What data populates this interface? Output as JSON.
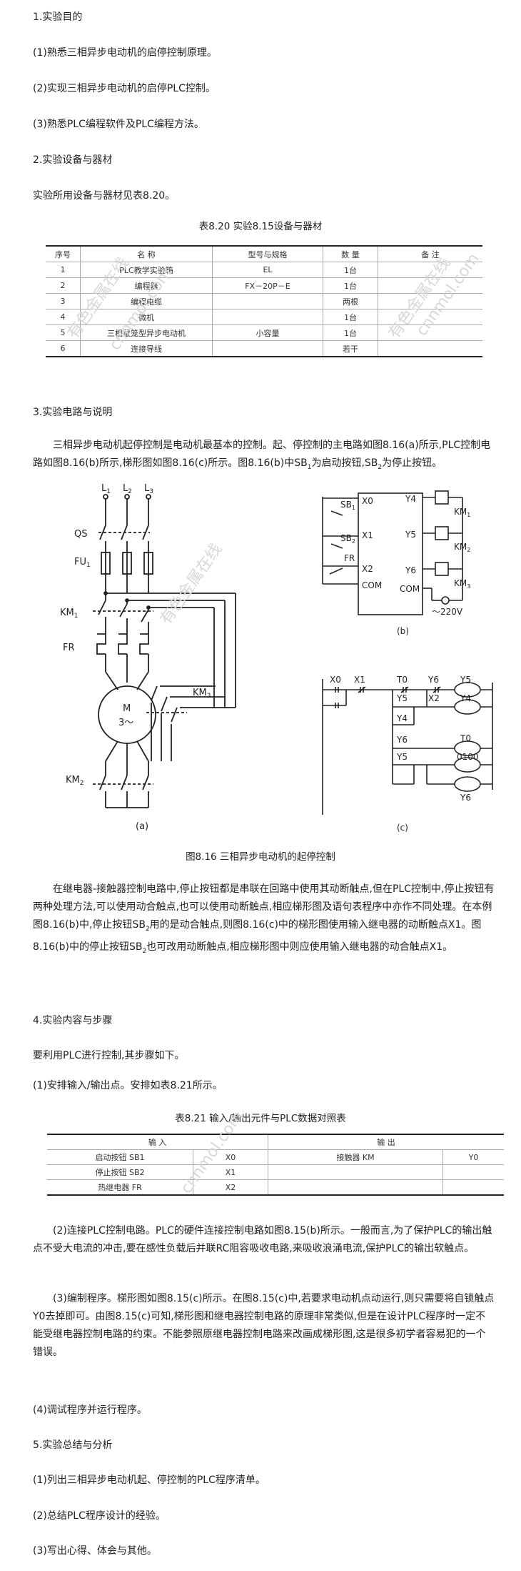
{
  "s1": {
    "heading": "1.实验目的",
    "items": [
      "(1)熟悉三相异步电动机的启停控制原理。",
      "(2)实现三相异步电动机的启停PLC控制。",
      "(3)熟悉PLC编程软件及PLC编程方法。"
    ]
  },
  "s2": {
    "heading": "2.实验设备与器材",
    "intro": "实验所用设备与器材见表8.20。",
    "table_title": "表8.20 实验8.15设备与器材",
    "headers": [
      "序号",
      "名 称",
      "型号与规格",
      "数 量",
      "备 注"
    ],
    "rows": [
      [
        "1",
        "PLC教学实验箱",
        "EL",
        "1台",
        ""
      ],
      [
        "2",
        "编程器",
        "FX－20P－E",
        "1台",
        ""
      ],
      [
        "3",
        "编程电缆",
        "",
        "两根",
        ""
      ],
      [
        "4",
        "微机",
        "",
        "1台",
        ""
      ],
      [
        "5",
        "三相鼠笼型异步电动机",
        "小容量",
        "1台",
        ""
      ],
      [
        "6",
        "连接导线",
        "",
        "若干",
        ""
      ]
    ]
  },
  "s3": {
    "heading": "3.实验电路与说明",
    "para_a": "三相异步电动机起停控制是电动机最基本的控制。起、停控制的主电路如图8.16(a)所示,PLC控制电路如图8.16(b)所示,梯形图如图8.16(c)所示。图8.16(b)中",
    "sb1": "SB",
    "sb1_sub": "1",
    "para_b": "为启动按钮,",
    "sb2": "SB",
    "sb2_sub": "2",
    "para_c": "为停止按钮。"
  },
  "figure": {
    "caption": "图8.16 三相异步电动机的起停控制",
    "a_label": "(a)",
    "b_label": "(b)",
    "c_label": "(c)",
    "a": {
      "L1": "L",
      "L2": "L",
      "L3": "L",
      "sub1": "1",
      "sub2": "2",
      "sub3": "3",
      "QS": "QS",
      "FU": "FU",
      "FU_sub": "1",
      "KM1": "KM",
      "KM1_sub": "1",
      "FR": "FR",
      "M": "M",
      "M_sub": "3～",
      "KM3": "KM",
      "KM3_sub": "3",
      "KM2": "KM",
      "KM2_sub": "2"
    },
    "b": {
      "SB1": "SB",
      "SB1_sub": "1",
      "SB2": "SB",
      "SB2_sub": "2",
      "FR": "FR",
      "X0": "X0",
      "X1": "X1",
      "X2": "X2",
      "COM_in": "COM",
      "Y4": "Y4",
      "Y5": "Y5",
      "Y6": "Y6",
      "COM_out": "COM",
      "KM1": "KM",
      "KM1_sub": "1",
      "KM2": "KM",
      "KM2_sub": "2",
      "KM3": "KM",
      "KM3_sub": "3",
      "V": "～220V"
    },
    "c": {
      "X0": "X0",
      "X1": "X1",
      "T0": "T0",
      "Y6": "Y6",
      "Y5": "Y5",
      "Y5b": "Y5",
      "X2": "X2",
      "Y4": "Y4",
      "Y4b": "Y4",
      "Y6b": "Y6",
      "T0b": "T0",
      "Y5c": "Y5",
      "K": "0100",
      "Y6c": "Y6"
    }
  },
  "s3_explain": {
    "p1": "在继电器-接触器控制电路中,停止按钮都是串联在回路中使用其动断触点,但在PLC控制中,停止按钮有两种处理方法,可以使用动合触点,也可以使用动断触点,相应梯形图及语句表程序中亦作不同处理。在本例图8.16(b)中,停止按钮",
    "sb": "SB",
    "sb_sub": "2",
    "p2": "用的是动合触点,则图8.16(c)中的梯形图使用输入继电器的动断触点X1。图8.16(b)中的停止按钮",
    "sb_b": "SB",
    "sb_b_sub": "2",
    "p3": "也可改用动断触点,相应梯形图中则应使用输入继电器的动合触点X1。"
  },
  "s4": {
    "heading": "4.实验内容与步骤",
    "intro": "要利用PLC进行控制,其步骤如下。",
    "step1": "(1)安排输入/输出点。安排如表8.21所示。",
    "table_title": "表8.21 输入/输出元件与PLC数据对照表",
    "in_header": "输 入",
    "out_header": "输 出",
    "rows": [
      [
        "启动按钮 SB1",
        "X0",
        "接触器 KM",
        "Y0"
      ],
      [
        "停止按钮 SB2",
        "X1",
        "",
        ""
      ],
      [
        "热继电器 FR",
        "X2",
        "",
        ""
      ]
    ],
    "step2": "(2)连接PLC控制电路。PLC的硬件连接控制电路如图8.15(b)所示。一般而言,为了保护PLC的输出触点不受大电流的冲击,要在感性负载后并联RC阻容吸收电路,来吸收浪涌电流,保护PLC的输出软触点。",
    "step3": "(3)编制程序。梯形图如图8.15(c)所示。在图8.15(c)中,若要求电动机点动运行,则只需要将自锁触点Y0去掉即可。由图8.15(c)可知,梯形图和继电器控制电路的原理非常类似,但是在设计PLC程序时一定不能受继电器控制电路的约束。不能参照原继电器控制电路来改画成梯形图,这是很多初学者容易犯的一个错误。",
    "step4": "(4)调试程序并运行程序。"
  },
  "s5": {
    "heading": "5.实验总结与分析",
    "items": [
      "(1)列出三相异步电动机起、停控制的PLC程序清单。",
      "(2)总结PLC程序设计的经验。",
      "(3)写出心得、体会与其他。"
    ]
  },
  "watermarks": [
    "有色金属在线",
    "cnnmol.com",
    "有色金属在线",
    "cnnmol.com",
    "有色金属在线",
    "cnnmol.com"
  ]
}
